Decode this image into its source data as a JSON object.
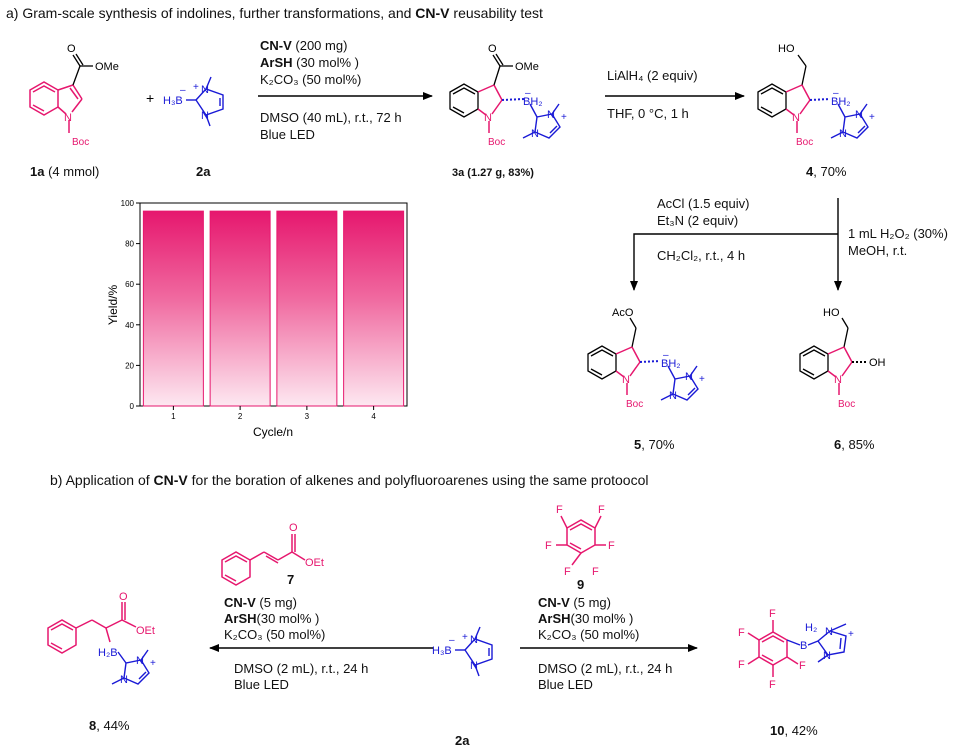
{
  "headings": {
    "a": {
      "pre": "a) Gram-scale synthesis of indolines, further transformations, and ",
      "bold": "CN-V",
      "post": " reusability test"
    },
    "b": {
      "pre": "b) Application of ",
      "bold": "CN-V",
      "post": " for the boration of alkenes and polyfluoroarenes using the same protoocol"
    }
  },
  "compounds": {
    "c1a": {
      "id": "1a",
      "note": " (4 mmol)"
    },
    "c2a": {
      "id": "2a"
    },
    "c3a": {
      "id": "3a",
      "note": " (1.27 g, 83%)"
    },
    "c4": {
      "id": "4",
      "note": ", 70%"
    },
    "c5": {
      "id": "5",
      "note": ", 70%"
    },
    "c6": {
      "id": "6",
      "note": ", 85%"
    },
    "c7": {
      "id": "7"
    },
    "c8": {
      "id": "8",
      "note": ", 44%"
    },
    "c9": {
      "id": "9"
    },
    "c10": {
      "id": "10",
      "note": ", 42%"
    },
    "c2a_b": {
      "id": "2a"
    }
  },
  "conditions": {
    "r1": {
      "l1a": "CN-V",
      "l1b": " (200 mg)",
      "l2a": "ArSH",
      "l2b": " (30 mol% )",
      "l3": "K₂CO₃ (50 mol%)",
      "l4": "DMSO (40 mL), r.t., 72 h",
      "l5": "Blue LED"
    },
    "r2": {
      "l1": "LiAlH₄ (2 equiv)",
      "l2": "THF, 0 °C,  1 h"
    },
    "r3": {
      "l1": "AcCl (1.5 equiv)",
      "l2": "Et₃N (2 equiv)",
      "l3": "CH₂Cl₂, r.t., 4 h"
    },
    "r4": {
      "l1": "1 mL H₂O₂ (30%)",
      "l2": "MeOH, r.t."
    },
    "r5": {
      "l1a": "CN-V",
      "l1b": " (5 mg)",
      "l2a": "ArSH",
      "l2b": "(30 mol% )",
      "l3": "K₂CO₃ (50 mol%)",
      "l4": "DMSO (2 mL), r.t., 24 h",
      "l5": "Blue LED"
    },
    "r6": {
      "l1a": "CN-V",
      "l1b": " (5 mg)",
      "l2a": "ArSH",
      "l2b": "(30 mol% )",
      "l3": "K₂CO₃ (50 mol%)",
      "l4": "DMSO (2 mL), r.t., 24 h",
      "l5": "Blue LED"
    }
  },
  "atoms": {
    "ome": "OMe",
    "oet": "OEt",
    "o": "O",
    "n": "N",
    "boc": "Boc",
    "bh2": "BH₂",
    "h3b": "H₃B",
    "h2": "H₂",
    "h2b": "H₂B",
    "b": "B",
    "ho": "HO",
    "aco": "AcO",
    "oh": "OH",
    "f": "F",
    "plus": "+",
    "minus": "–"
  },
  "chart_data": {
    "type": "bar",
    "categories": [
      "1",
      "2",
      "3",
      "4"
    ],
    "values": [
      96,
      96,
      96,
      96
    ],
    "xlabel": "Cycle/n",
    "ylabel": "Yield/%",
    "ylim": [
      0,
      100
    ],
    "yticks": [
      "0",
      "20",
      "40",
      "60",
      "80",
      "100"
    ],
    "bar_color": "#e6176e"
  }
}
